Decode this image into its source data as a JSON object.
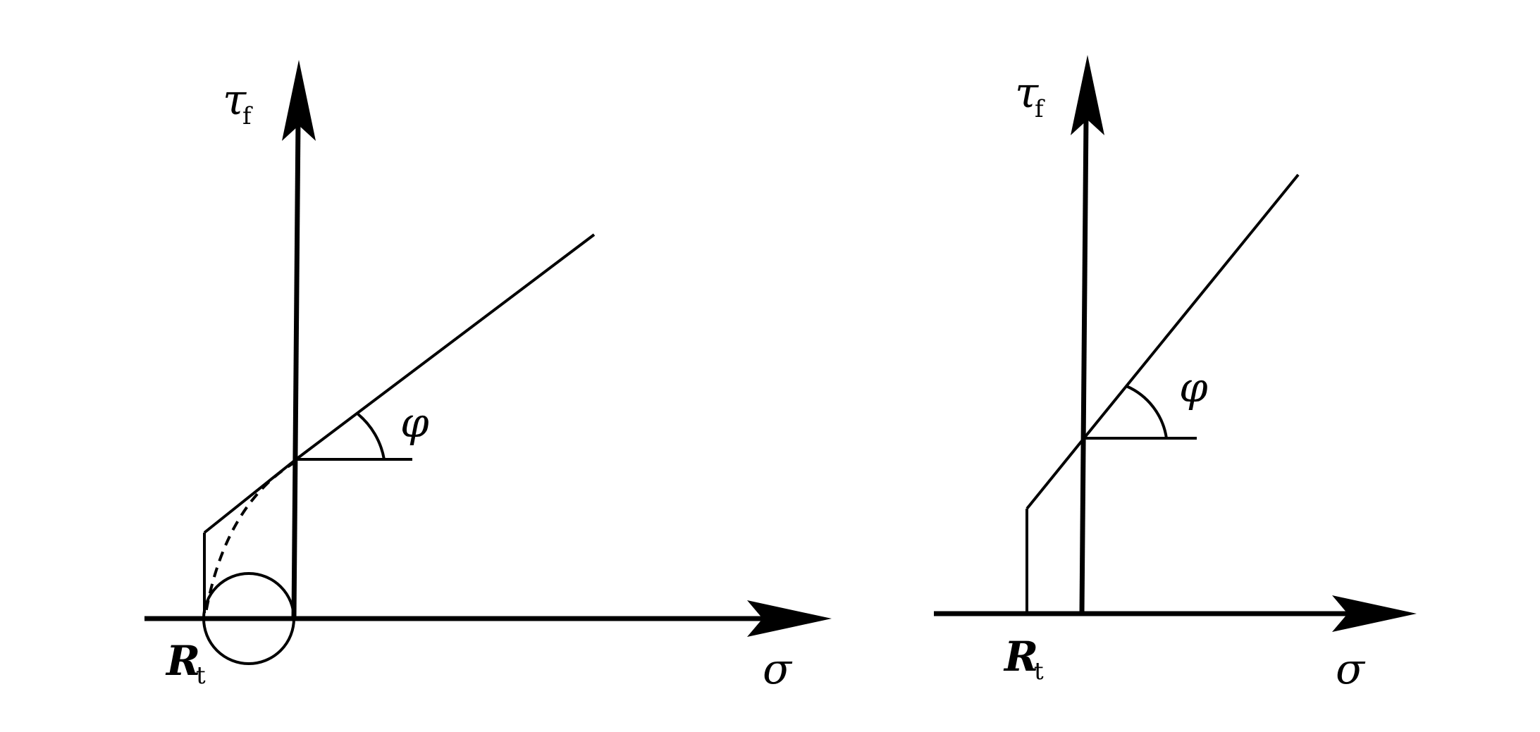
{
  "diagrams": [
    {
      "y_axis_label": "τ",
      "y_axis_subscript": "f",
      "x_axis_label": "σ",
      "angle_label": "φ",
      "intercept_label": "R",
      "intercept_subscript": "t"
    },
    {
      "y_axis_label": "τ",
      "y_axis_subscript": "f",
      "x_axis_label": "σ",
      "angle_label": "φ",
      "intercept_label": "R",
      "intercept_subscript": "t"
    }
  ],
  "colors": {
    "line": "#000000",
    "background": "#ffffff"
  }
}
